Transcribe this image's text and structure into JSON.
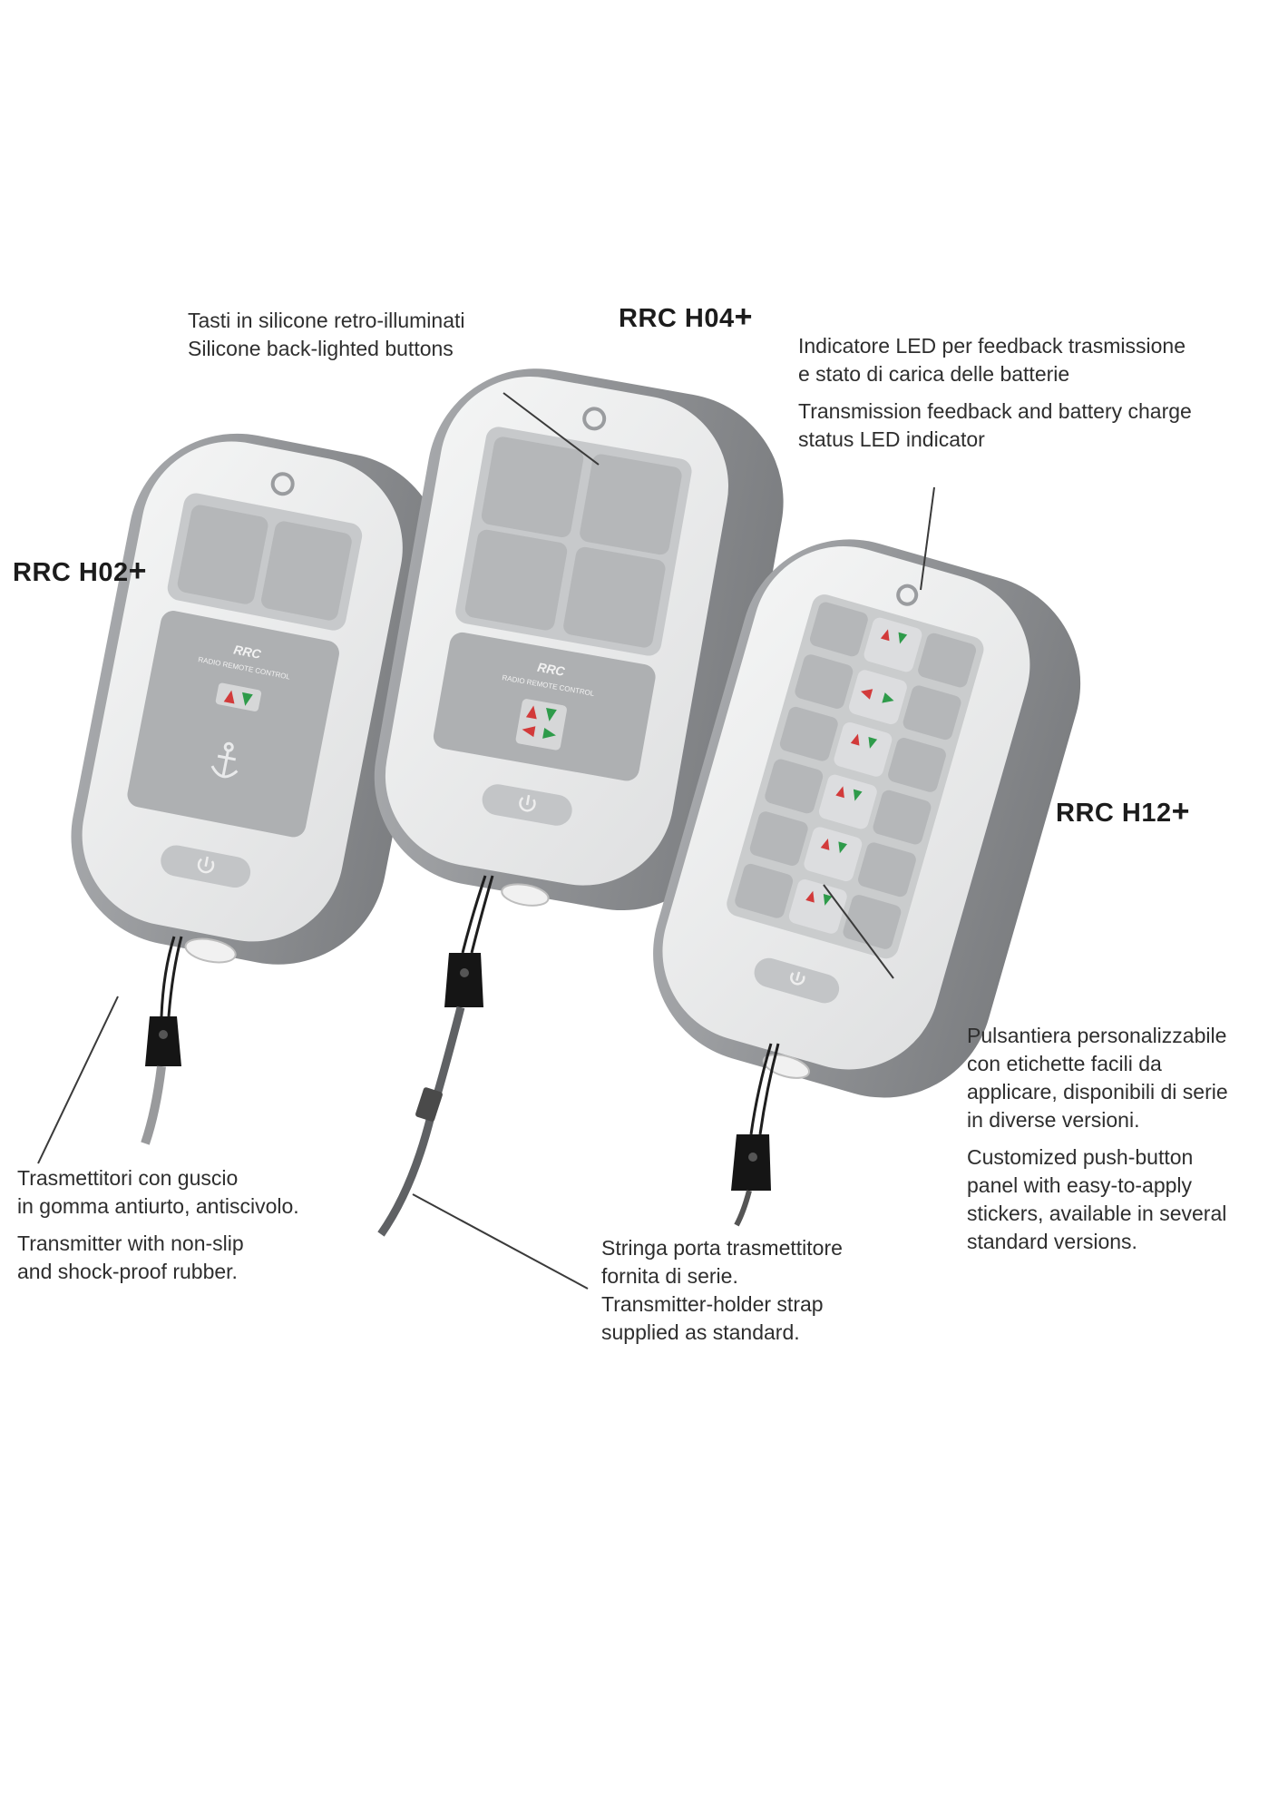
{
  "models": {
    "h02": "RRC H02",
    "h04": "RRC H04",
    "h12": "RRC H12",
    "plus": "+"
  },
  "callouts": {
    "buttons_it": "Tasti in silicone retro-illuminati",
    "buttons_en": "Silicone back-lighted buttons",
    "led_it_1": "Indicatore LED per feedback trasmissione",
    "led_it_2": "e stato di carica delle batterie",
    "led_en_1": "Transmission feedback and battery charge",
    "led_en_2": "status LED indicator",
    "shell_it_1": "Trasmettitori con guscio",
    "shell_it_2": "in gomma antiurto, antiscivolo.",
    "shell_en_1": "Transmitter with non-slip",
    "shell_en_2": "and shock-proof rubber.",
    "strap_it_1": "Stringa porta trasmettitore",
    "strap_it_2": "fornita di serie.",
    "strap_en_1": "Transmitter-holder strap",
    "strap_en_2": "supplied as standard.",
    "panel_it_1": "Pulsantiera personalizzabile",
    "panel_it_2": "con etichette facili da",
    "panel_it_3": "applicare, disponibili di serie",
    "panel_it_4": "in diverse versioni.",
    "panel_en_1": "Customized push-button",
    "panel_en_2": "panel with easy-to-apply",
    "panel_en_3": "stickers, available in several",
    "panel_en_4": "standard versions."
  },
  "device_label": {
    "brand": "RRC",
    "subtitle": "RADIO REMOTE CONTROL"
  },
  "colors": {
    "shell": "#8e9093",
    "face": "#e9eaeb",
    "key": "#b9bbbd",
    "red_arrow": "#d23a3a",
    "green_arrow": "#2e9b4a"
  },
  "icons": [
    "anchor-icon",
    "power-icon",
    "logo-icon",
    "arrow-up-icon",
    "arrow-down-icon"
  ]
}
